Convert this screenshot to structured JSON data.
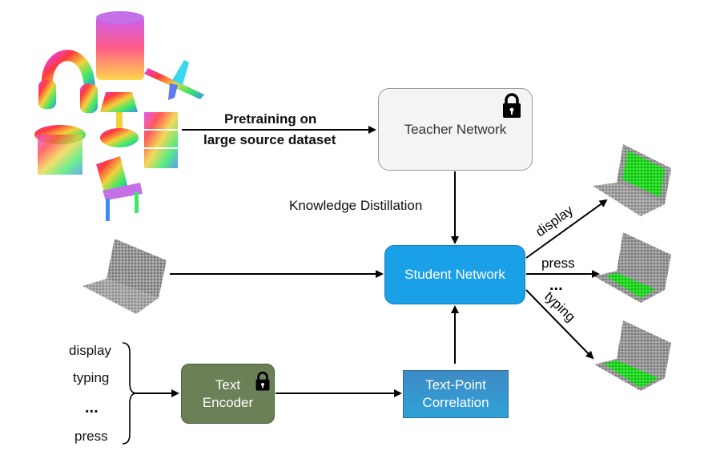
{
  "pretraining": {
    "line1": "Pretraining on",
    "line2": "large source dataset"
  },
  "teacher": {
    "label": "Teacher Network"
  },
  "distillation": {
    "label": "Knowledge Distillation"
  },
  "student": {
    "label": "Student Network"
  },
  "encoder": {
    "line1": "Text",
    "line2": "Encoder"
  },
  "correlation": {
    "line1": "Text-Point",
    "line2": "Correlation"
  },
  "prompts": [
    "display",
    "typing",
    "...",
    "press"
  ],
  "outputs": {
    "display": "display",
    "press": "press",
    "dots": "...",
    "typing": "typing"
  },
  "colors": {
    "student": "#1aa0e6",
    "encoder": "#6b8057",
    "correlation": "#3f8ac4",
    "highlight": "#22dd22"
  },
  "icons": [
    "lock-icon",
    "point-cloud-objects",
    "laptop-point-cloud"
  ]
}
